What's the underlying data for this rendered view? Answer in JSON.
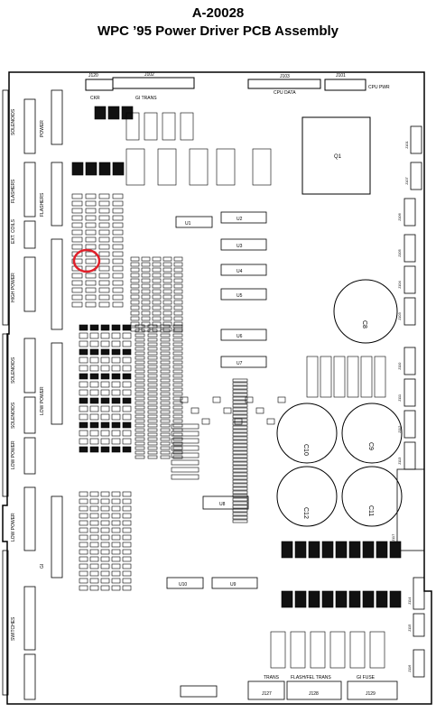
{
  "title": "A-20028",
  "subtitle": "WPC ’95 Power Driver PCB Assembly",
  "top_labels": {
    "j120": "J120",
    "j102": "J102",
    "j103": "J103",
    "j101": "J101",
    "cpu_data": "CPU DATA",
    "cpu_pwr": "CPU PWR",
    "ckr": "CKR",
    "gi_trans": "GI TRANS"
  },
  "left_labels": [
    "SOLENOIDS",
    "FLASHERS",
    "EXT. COILS",
    "HIGH POWER",
    "POWER",
    "FLASHERS",
    "SOLENOIDS",
    "SOLENOIDS",
    "LOW POWER",
    "LOW POWER",
    "LOW POWER",
    "SWITCHES",
    "GI"
  ],
  "bottom_labels": {
    "trans": "TRANS",
    "flash_trans": "FLASH/FEL TRANS",
    "gi_fuse": "GI FUSE",
    "j127": "J127",
    "j128": "J128",
    "j129": "J129"
  },
  "caps": [
    "C8",
    "C10",
    "C9",
    "C12",
    "C11"
  ],
  "ics": {
    "q1": "Q1",
    "u1": "U1",
    "u2": "U2",
    "u3": "U3",
    "u4": "U4",
    "u5": "U5",
    "u6": "U6",
    "u7": "U7",
    "u8": "U8",
    "u9": "U9",
    "u10": "U10"
  },
  "right_jacks": [
    "J101",
    "J107",
    "J106",
    "J105",
    "J104",
    "J103",
    "J110",
    "J111",
    "J112",
    "J113",
    "J114",
    "J115",
    "J116",
    "J117"
  ],
  "highlight": {
    "color": "#e0202a"
  }
}
